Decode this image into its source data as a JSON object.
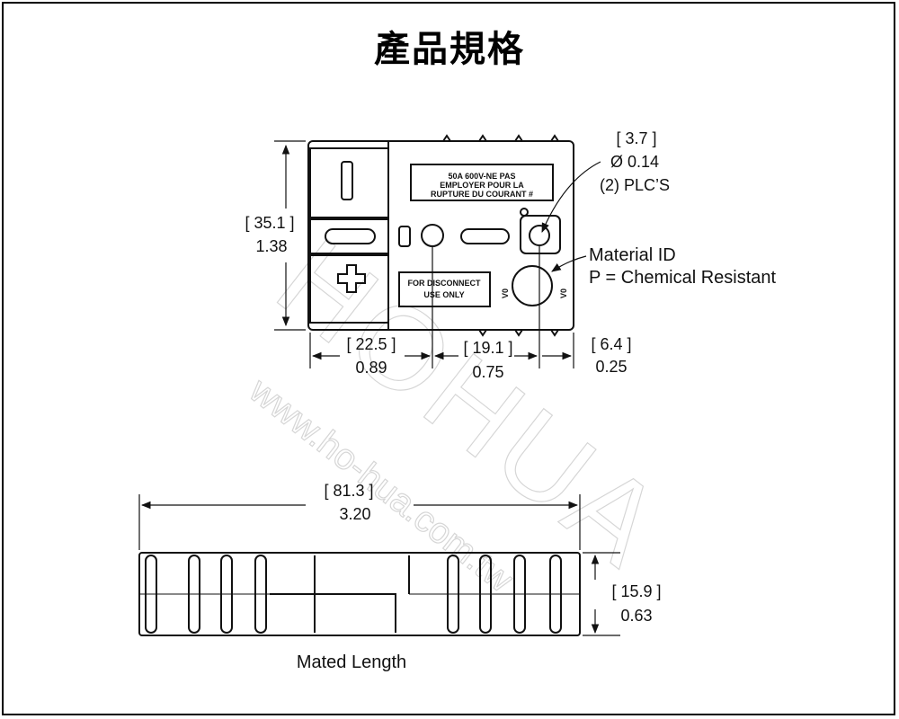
{
  "title": "產品規格",
  "watermark": {
    "brand": "HOHUA",
    "url": "www.ho-hua.com.tw"
  },
  "housing_label": {
    "line1": "50A 600V-NE PAS",
    "line2": "EMPLOYER POUR LA",
    "line3": "RUPTURE DU COURANT  #"
  },
  "disconnect_label": {
    "line1": "FOR DISCONNECT",
    "line2": "USE ONLY"
  },
  "v0_marks": [
    "V0",
    "V0"
  ],
  "dimensions": {
    "height": {
      "mm": "[ 35.1 ]",
      "in": "1.38"
    },
    "left_offset": {
      "mm": "[ 22.5 ]",
      "in": "0.89"
    },
    "hole_spacing": {
      "mm": "[ 19.1 ]",
      "in": "0.75"
    },
    "right_offset": {
      "mm": "[ 6.4 ]",
      "in": "0.25"
    },
    "hole": {
      "mm": "[ 3.7 ]",
      "in": "Ø 0.14",
      "qty": "(2) PLC’S"
    },
    "mated_length": {
      "mm": "[ 81.3 ]",
      "in": "3.20"
    },
    "thickness": {
      "mm": "[ 15.9 ]",
      "in": "0.63"
    }
  },
  "material_id": {
    "line1": "Material ID",
    "line2": "P = Chemical Resistant"
  },
  "mated_length_caption": "Mated Length"
}
